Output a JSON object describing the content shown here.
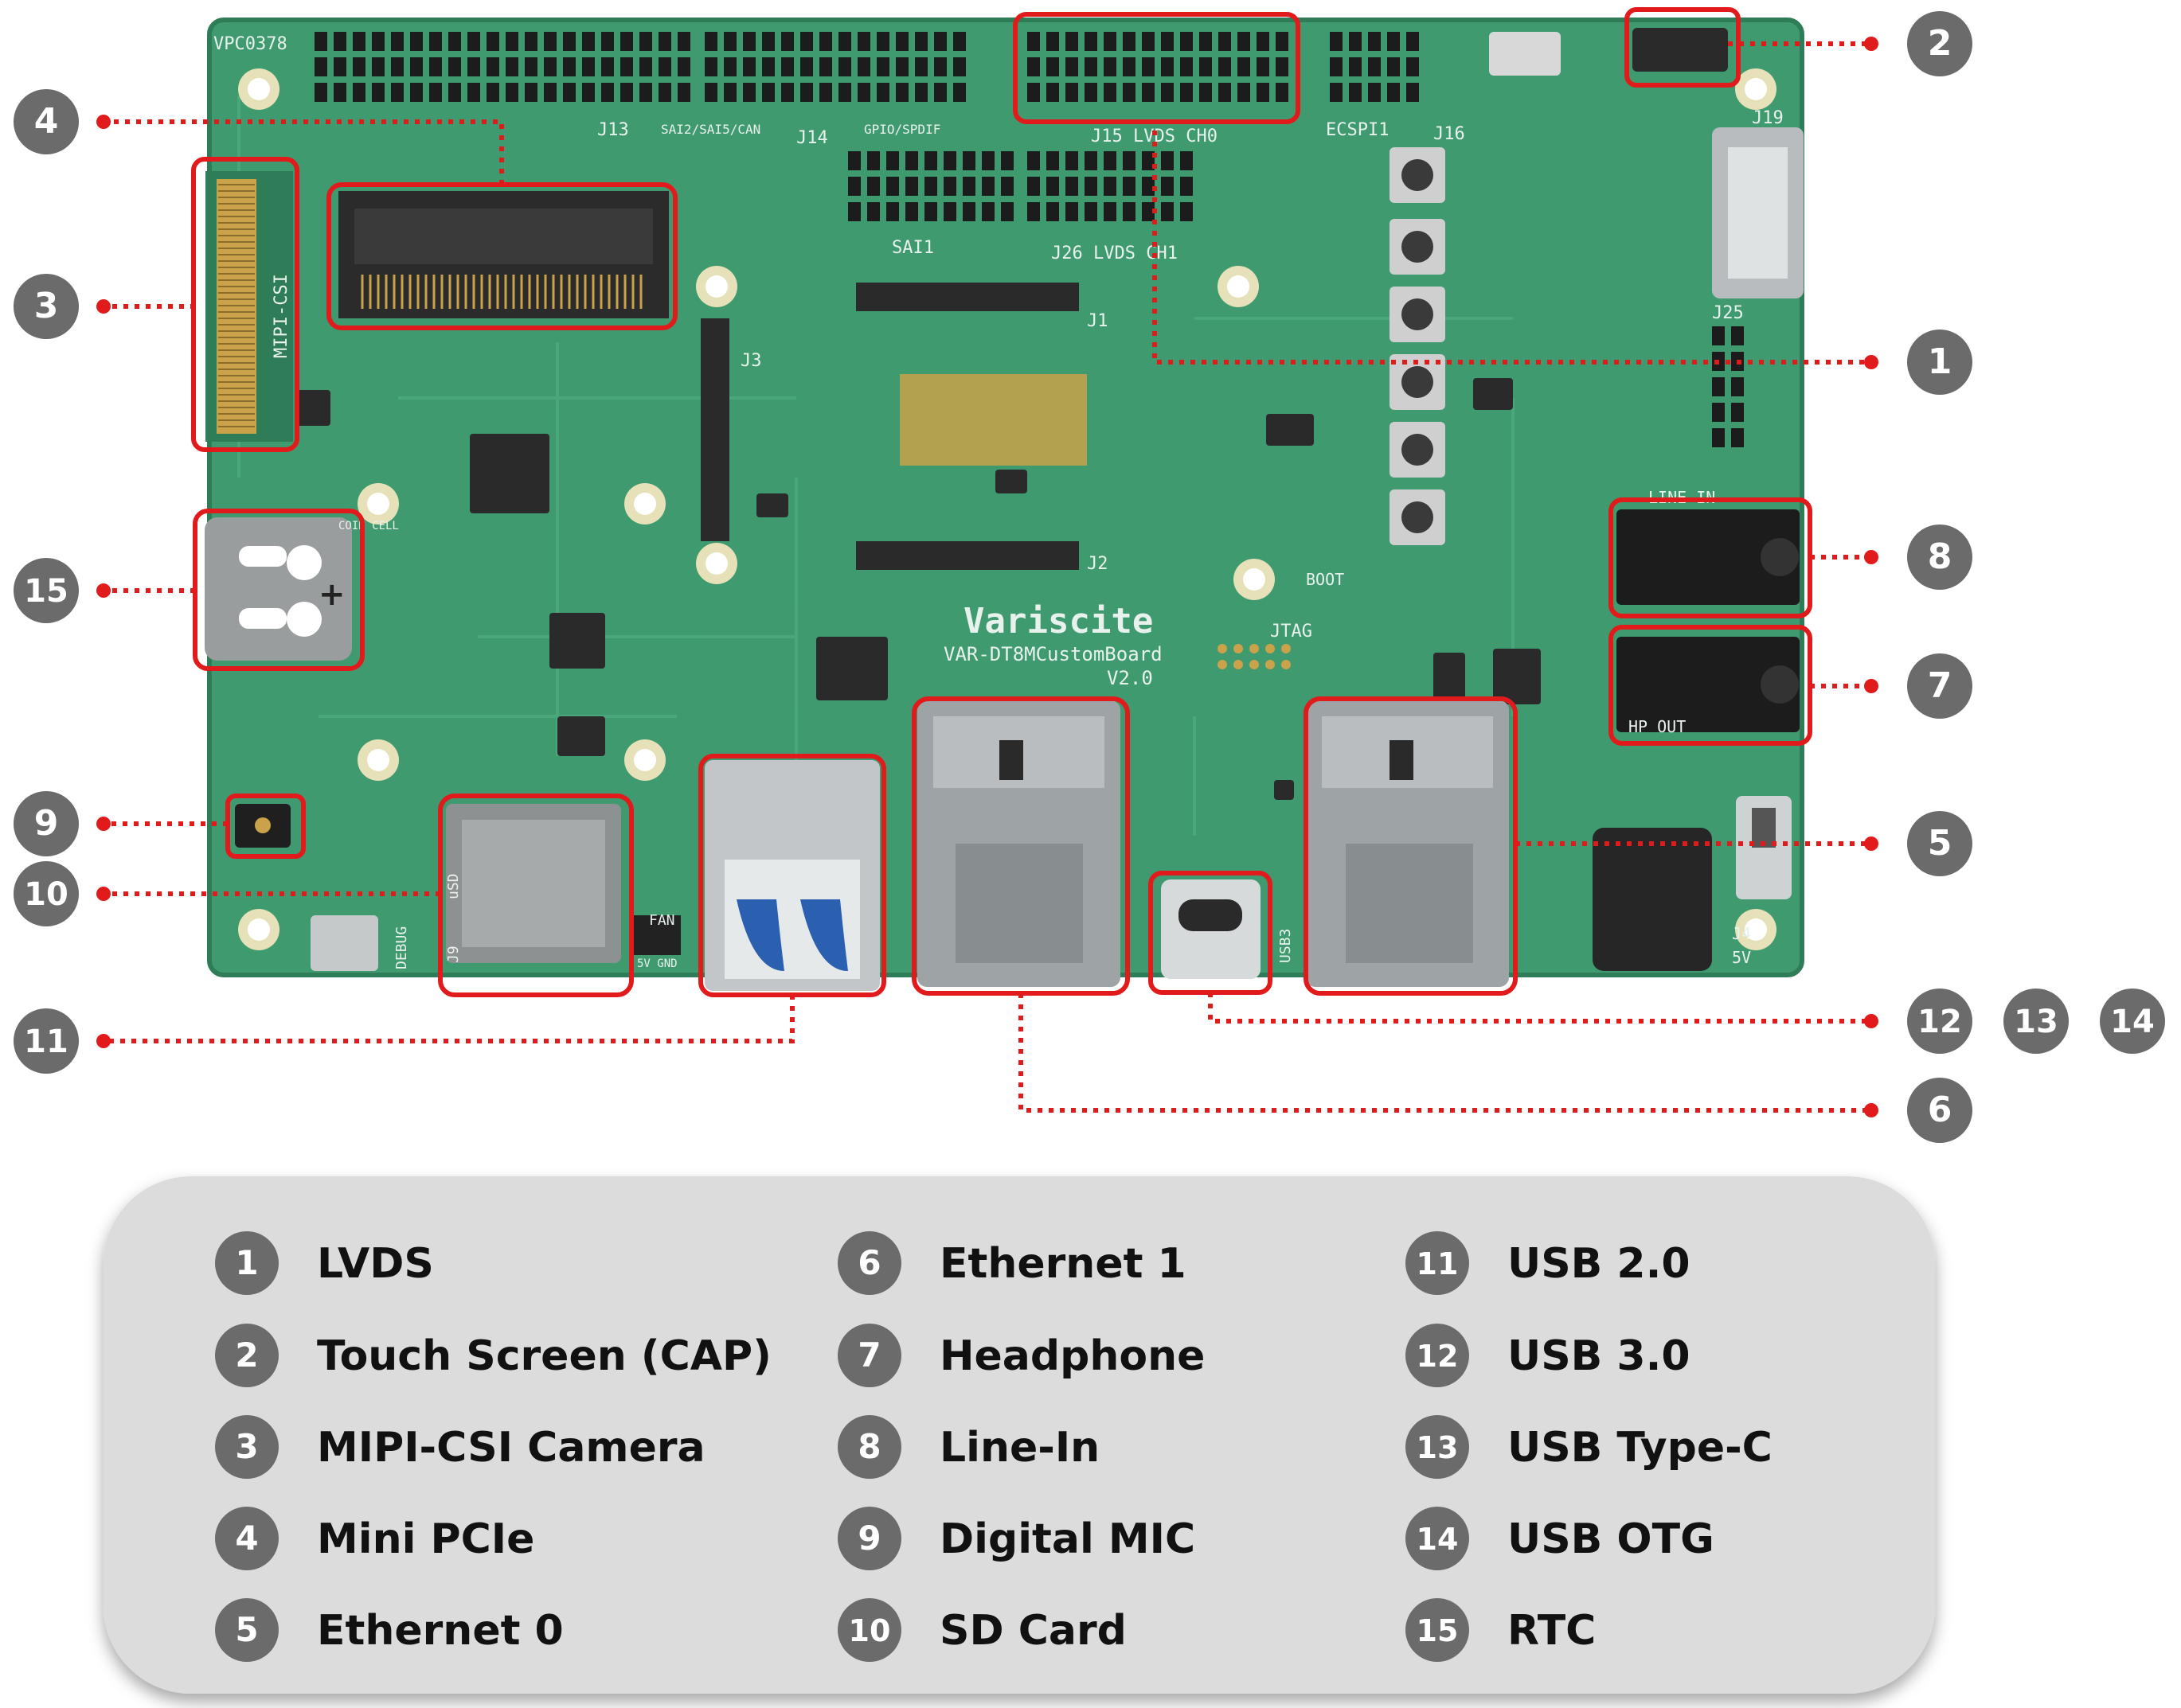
{
  "colors": {
    "pcb": "#3f9a6f",
    "pcb_dark": "#2f7d58",
    "callout_red": "#e11b1b",
    "badge_gray": "#6b6b6b",
    "legend_bg": "#dcdcdc",
    "metal": "#a9aeb0",
    "gold": "#c9a24a"
  },
  "board": {
    "silkscreen": [
      {
        "id": "vpc",
        "text": "VPC0378"
      },
      {
        "id": "j13",
        "text": "J13"
      },
      {
        "id": "sai",
        "text": "SAI2/SAI5/CAN"
      },
      {
        "id": "j14",
        "text": "J14"
      },
      {
        "id": "gpio",
        "text": "GPIO/SPDIF"
      },
      {
        "id": "j15",
        "text": "J15 LVDS CH0"
      },
      {
        "id": "ecspi",
        "text": "ECSPI1"
      },
      {
        "id": "j16",
        "text": "J16"
      },
      {
        "id": "j19",
        "text": "J19"
      },
      {
        "id": "sai1",
        "text": "SAI1"
      },
      {
        "id": "j26",
        "text": "J26 LVDS CH1"
      },
      {
        "id": "mipi",
        "text": "MIPI-CSI"
      },
      {
        "id": "j1",
        "text": "J1"
      },
      {
        "id": "j2",
        "text": "J2"
      },
      {
        "id": "j3",
        "text": "J3"
      },
      {
        "id": "j25",
        "text": "J25"
      },
      {
        "id": "line_in",
        "text": "LINE IN"
      },
      {
        "id": "hp_out",
        "text": "HP OUT"
      },
      {
        "id": "jtag",
        "text": "JTAG"
      },
      {
        "id": "boot",
        "text": "BOOT"
      },
      {
        "id": "coin",
        "text": "COIN CELL"
      },
      {
        "id": "usd",
        "text": "uSD"
      },
      {
        "id": "j9",
        "text": "J9"
      },
      {
        "id": "debug",
        "text": "DEBUG"
      },
      {
        "id": "fan",
        "text": "FAN"
      },
      {
        "id": "fan_pins",
        "text": "5V GND"
      },
      {
        "id": "usb3",
        "text": "USB3"
      },
      {
        "id": "j4",
        "text": "J4"
      },
      {
        "id": "v5",
        "text": "5V"
      },
      {
        "id": "brand",
        "text": "Variscite"
      },
      {
        "id": "model",
        "text": "VAR-DT8MCustomBoard"
      },
      {
        "id": "version",
        "text": "V2.0"
      }
    ]
  },
  "callout_numbers": [
    "1",
    "2",
    "3",
    "4",
    "5",
    "6",
    "7",
    "8",
    "9",
    "10",
    "11",
    "12",
    "13",
    "14",
    "15"
  ],
  "legend": {
    "columns": [
      [
        {
          "num": "1",
          "label": "LVDS"
        },
        {
          "num": "2",
          "label": "Touch Screen (CAP)"
        },
        {
          "num": "3",
          "label": "MIPI-CSI Camera"
        },
        {
          "num": "4",
          "label": "Mini PCIe"
        },
        {
          "num": "5",
          "label": "Ethernet 0"
        }
      ],
      [
        {
          "num": "6",
          "label": "Ethernet 1"
        },
        {
          "num": "7",
          "label": "Headphone"
        },
        {
          "num": "8",
          "label": "Line-In"
        },
        {
          "num": "9",
          "label": "Digital MIC"
        },
        {
          "num": "10",
          "label": "SD Card"
        }
      ],
      [
        {
          "num": "11",
          "label": "USB 2.0"
        },
        {
          "num": "12",
          "label": "USB 3.0"
        },
        {
          "num": "13",
          "label": "USB Type-C"
        },
        {
          "num": "14",
          "label": "USB OTG"
        },
        {
          "num": "15",
          "label": "RTC"
        }
      ]
    ]
  }
}
